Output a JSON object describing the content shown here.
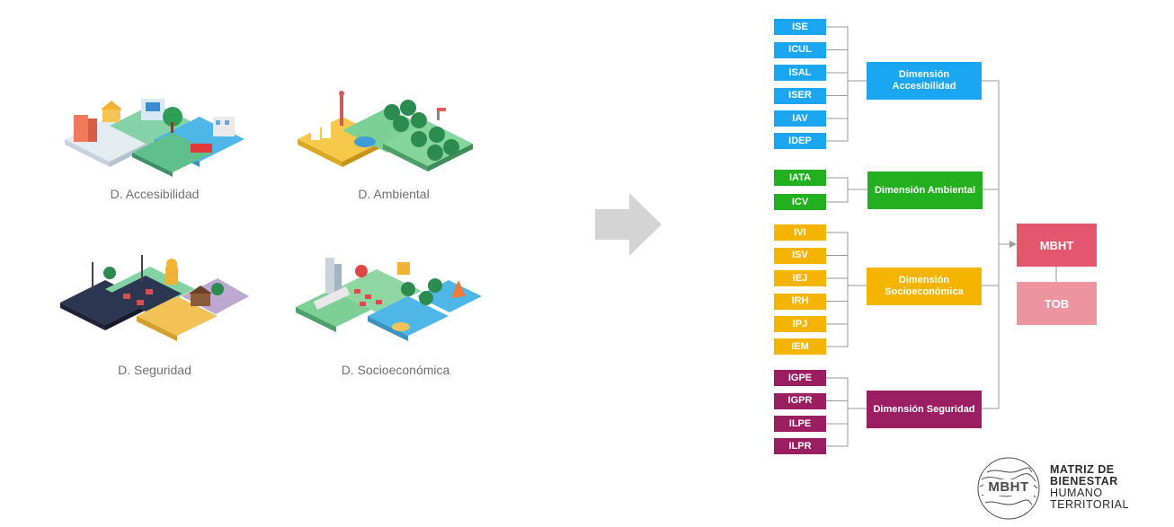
{
  "dimensions_panel": {
    "accesibilidad_caption": "D. Accesibilidad",
    "ambiental_caption": "D. Ambiental",
    "seguridad_caption": "D. Seguridad",
    "socioeconomica_caption": "D. Socioeconómica"
  },
  "colors": {
    "accesibilidad": "#1aa6f0",
    "ambiental": "#22b01e",
    "socioeconomica": "#f5b400",
    "seguridad": "#9b1e63",
    "mbht": "#e4566d",
    "tob": "#ee93a0",
    "arrow": "#d4d4d4"
  },
  "diagram": {
    "accesibilidad": {
      "label": "Dimensión Accesibilidad",
      "indicators": [
        "ISE",
        "ICUL",
        "ISAL",
        "ISER",
        "IAV",
        "IDEP"
      ]
    },
    "ambiental": {
      "label": "Dimensión Ambiental",
      "indicators": [
        "IATA",
        "ICV"
      ]
    },
    "socioeconomica": {
      "label": "Dimensión Socioeconómica",
      "indicators": [
        "IVI",
        "ISV",
        "IEJ",
        "IRH",
        "IPJ",
        "IEM"
      ]
    },
    "seguridad": {
      "label": "Dimensión Seguridad",
      "indicators": [
        "IGPE",
        "IGPR",
        "ILPE",
        "ILPR"
      ]
    },
    "mbht_label": "MBHT",
    "tob_label": "TOB"
  },
  "logo": {
    "badge": "MBHT",
    "line1": "MATRIZ DE",
    "line2": "BIENESTAR",
    "line3": "HUMANO",
    "line4": "TERRITORIAL"
  }
}
